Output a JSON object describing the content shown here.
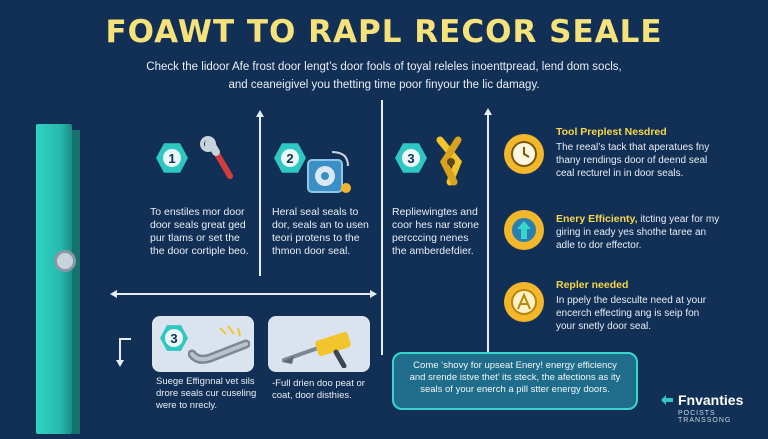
{
  "title": "FOAWT TO RAPL RECOR SEALE",
  "intro": {
    "line1": "Check the lidoor Afe frost door lengt’s door fools of toyal releles inoenttpread, lend dom socls,",
    "line2": "and ceaneigivel you thetting time poor finyour the lic damagy."
  },
  "steps": [
    {
      "number": "1",
      "icon": "wrench-icon",
      "text_lines": [
        "To enstiles mor door",
        "door seals great ged",
        "pur tlams or set the",
        "the door cortiple beo."
      ]
    },
    {
      "number": "2",
      "icon": "gauge-device-icon",
      "text_lines": [
        "Heral seal seals to",
        "dor, seals an to usen",
        "teori protens to the",
        "thmon door seal."
      ]
    },
    {
      "number": "3",
      "icon": "clamp-tool-icon",
      "text_lines": [
        "Repliewingtes and",
        "coor hes nar stone",
        "percccing nenes",
        "the amberdefdier."
      ]
    }
  ],
  "cards": [
    {
      "number": "3",
      "icon": "pipe-icon",
      "text_lines": [
        "Suege Effignnal vet sils",
        "drore seals cur cuseling",
        "were to nrecly."
      ]
    },
    {
      "icon": "caulk-gun-icon",
      "text_lines": [
        "-Full drien doo peat or",
        "coat, door disthies."
      ]
    }
  ],
  "right_items": [
    {
      "icon": "clock-icon",
      "title": "Tool Preplest Nesdred",
      "text_lines": [
        "The reeal’s tack that aperatues fny",
        "thany rendings door of deend seal",
        "ceal recturel in in door seals."
      ]
    },
    {
      "icon": "up-arrow-icon",
      "title": "Enery Efficienty,",
      "title_suffix": " itcting year for my",
      "text_lines": [
        "giring in eady yes shothe taree an",
        "adle to dor effector."
      ]
    },
    {
      "icon": "gear-compass-icon",
      "title": "Repler needed",
      "text_lines": [
        "In ppely the desculte need at your",
        "encerch effecting ang is seip fon",
        "your snetly door seal."
      ]
    }
  ],
  "callout": {
    "lines": [
      "Come ‘shovy for upseat Enery! energy efficiency",
      "and srende istve thet’ its steck, the afections as ity",
      "seals of your enerch a pill stter energy doors."
    ]
  },
  "brand": {
    "name": "Fnvanties",
    "tagline": "POCISTS TRANSSONG"
  },
  "colors": {
    "background": "#123056",
    "title": "#f6e27a",
    "accent_teal": "#2fc7c2",
    "accent_yellow": "#f3b72c"
  }
}
